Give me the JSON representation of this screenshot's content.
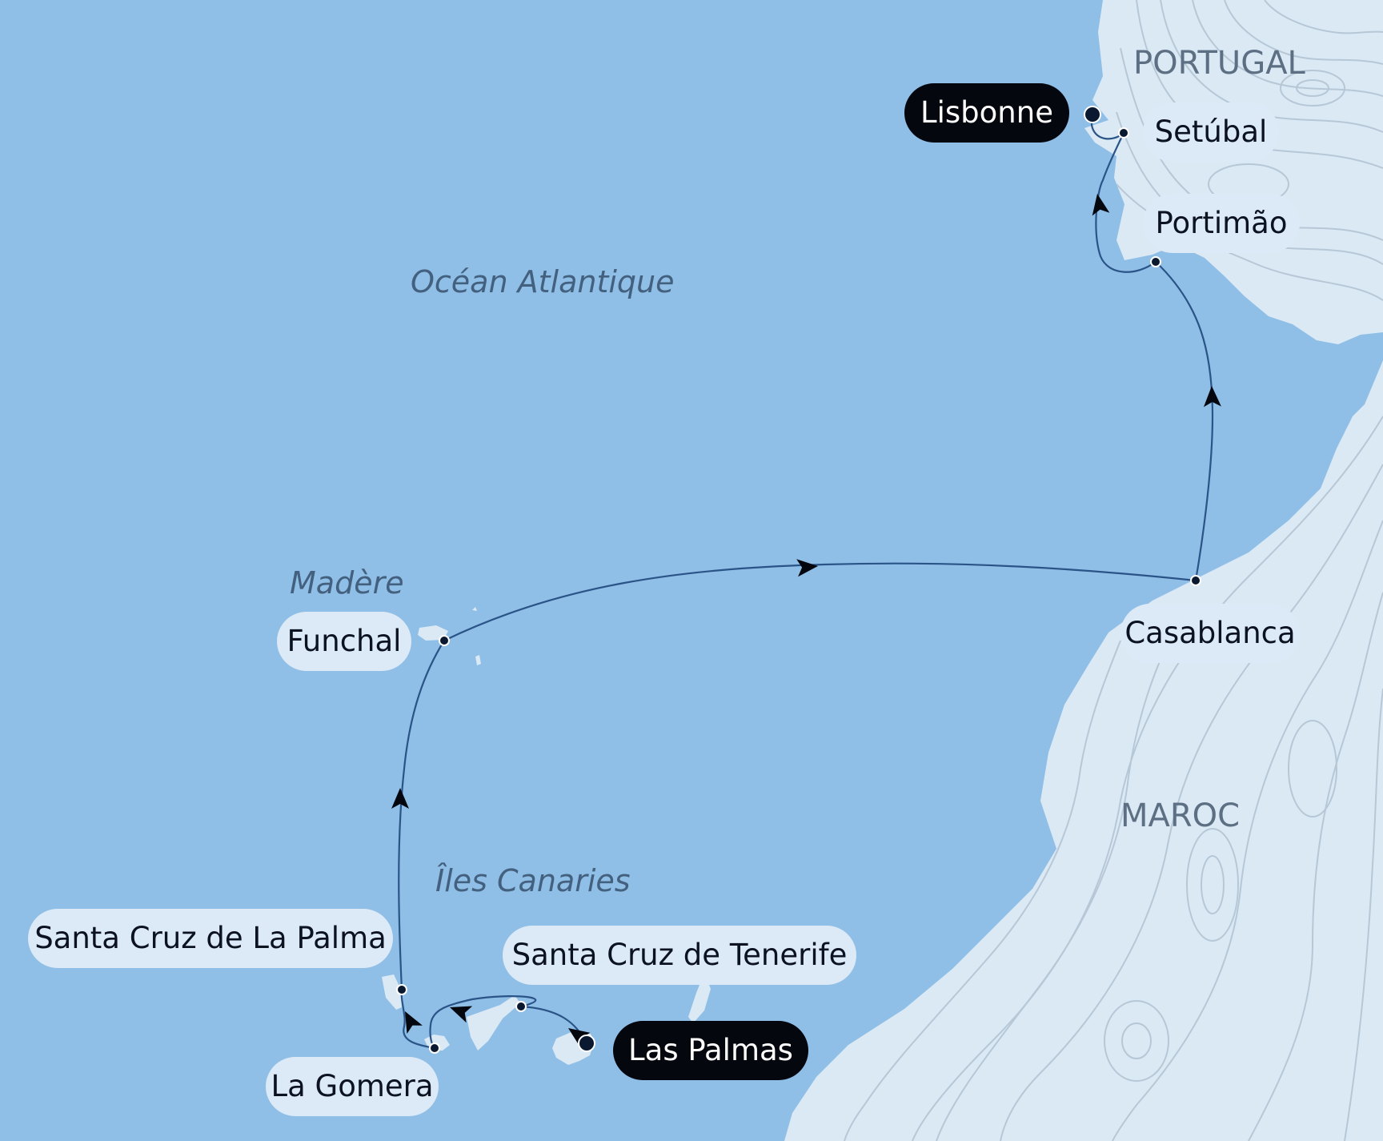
{
  "colors": {
    "sea": "#8fbfe6",
    "land": "#dbe9f5",
    "contour": "#aebfcf",
    "route": "#2a5388",
    "stop_dot": "#0b1930",
    "pill_light": "#dce9f6",
    "pill_dark": "#05070f"
  },
  "countries": {
    "portugal": "PORTUGAL",
    "maroc": "MAROC"
  },
  "seas": {
    "atlantic": "Océan Atlantique",
    "madeira": "Madère",
    "canaries": "Îles Canaries"
  },
  "stops": {
    "lisbonne": {
      "label": "Lisbonne",
      "style": "primary"
    },
    "setubal": {
      "label": "Setúbal",
      "style": "secondary"
    },
    "portimao": {
      "label": "Portimão",
      "style": "secondary"
    },
    "casablanca": {
      "label": "Casablanca",
      "style": "secondary"
    },
    "funchal": {
      "label": "Funchal",
      "style": "secondary"
    },
    "santa_cruz_la_palma": {
      "label": "Santa Cruz de La Palma",
      "style": "secondary"
    },
    "santa_cruz_tenerife": {
      "label": "Santa Cruz de Tenerife",
      "style": "secondary"
    },
    "la_gomera": {
      "label": "La Gomera",
      "style": "secondary"
    },
    "las_palmas": {
      "label": "Las Palmas",
      "style": "primary"
    }
  },
  "route_order": [
    "Las Palmas",
    "Santa Cruz de Tenerife",
    "La Gomera",
    "Santa Cruz de La Palma",
    "Funchal",
    "Casablanca",
    "Portimão",
    "Setúbal",
    "Lisbonne"
  ]
}
